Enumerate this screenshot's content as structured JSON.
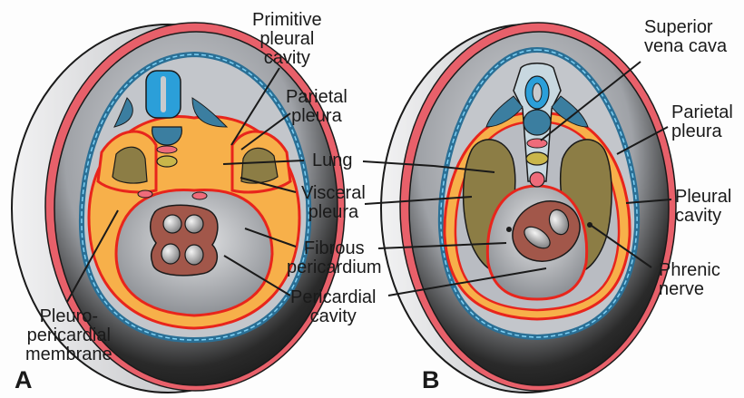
{
  "figure": {
    "panels": [
      {
        "id": "A",
        "letter": "A",
        "labels": {
          "primitive_pleural_cavity": "Primitive\npleural\ncavity",
          "parietal_pleura": "Parietal\npleura",
          "lung": "Lung",
          "visceral_pleura": "Visceral\npleura",
          "fibrous_pericardium": "Fibrous\npericardium",
          "pericardial_cavity": "Pericardial\ncavity",
          "pleuropericardial_membrane": "Pleuro-\npericardial\nmembrane"
        }
      },
      {
        "id": "B",
        "letter": "B",
        "labels": {
          "superior_vena_cava": "Superior\nvena cava",
          "parietal_pleura": "Parietal\npleura",
          "pleural_cavity": "Pleural\ncavity",
          "phrenic_nerve": "Phrenic\nnerve"
        }
      }
    ],
    "colors": {
      "body_wall_skin": "#e8606a",
      "body_wall_gray": "#c8c9cc",
      "body_wall_dark": "#1c1c1c",
      "cavity_gray": "#b9bcc2",
      "membrane_blue": "#2a7fb0",
      "dashed_blue": "#29a8e0",
      "vertebra_blue": "#2b9fd9",
      "vertebra_dark": "#3b7ea0",
      "pleura_orange": "#f7b04a",
      "pleura_red": "#e8251c",
      "lung_olive": "#8c7d45",
      "heart_brown": "#a2574a",
      "heart_pink": "#e98a8e",
      "vessel_pink": "#ee6b7a"
    }
  }
}
